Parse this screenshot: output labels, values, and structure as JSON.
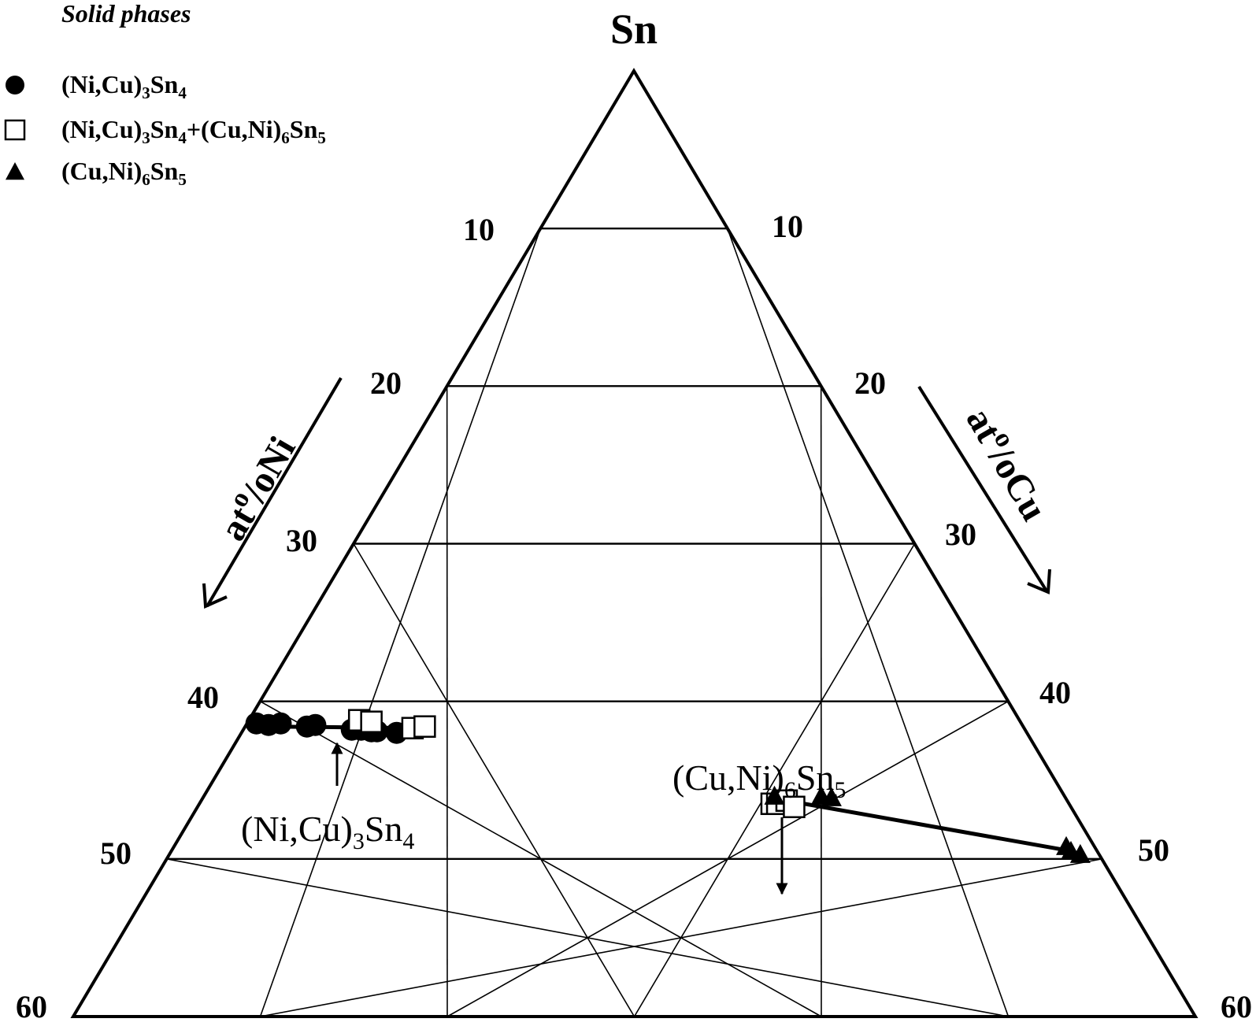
{
  "chart_data": {
    "type": "ternary",
    "apex_label": "Sn",
    "left_axis_label": {
      "base": "at",
      "sup": "o",
      "tail": "/oNi"
    },
    "right_axis_label": {
      "base": "at",
      "sup": "o",
      "tail": "/oCu"
    },
    "left_ticks": [
      "10",
      "20",
      "30",
      "40",
      "50",
      "60"
    ],
    "right_ticks": [
      "10",
      "20",
      "30",
      "40",
      "50",
      "60"
    ],
    "legend": {
      "title": "Solid phases",
      "entries": [
        {
          "marker": "circle",
          "parts": [
            [
              "(Ni,Cu)",
              ""
            ],
            [
              "3",
              "sub"
            ],
            [
              "Sn",
              ""
            ],
            [
              "4",
              "sub"
            ]
          ]
        },
        {
          "marker": "square",
          "parts": [
            [
              "(Ni,Cu)",
              ""
            ],
            [
              "3",
              "sub"
            ],
            [
              "Sn",
              ""
            ],
            [
              "4",
              "sub"
            ],
            [
              "+(Cu,Ni)",
              ""
            ],
            [
              "6",
              "sub"
            ],
            [
              "Sn",
              ""
            ],
            [
              "5",
              "sub"
            ]
          ]
        },
        {
          "marker": "triangle",
          "parts": [
            [
              "(Cu,Ni)",
              ""
            ],
            [
              "6",
              "sub"
            ],
            [
              "Sn",
              ""
            ],
            [
              "5",
              "sub"
            ]
          ]
        }
      ]
    },
    "annotations": [
      {
        "id": "ni3sn4",
        "parts": [
          [
            "(Ni,Cu)",
            ""
          ],
          [
            "3",
            "sub"
          ],
          [
            "Sn",
            ""
          ],
          [
            "4",
            "sub"
          ]
        ]
      },
      {
        "id": "cu6sn5",
        "parts": [
          [
            "(Cu,Ni)",
            ""
          ],
          [
            "6",
            "sub"
          ],
          [
            "Sn",
            ""
          ],
          [
            "5",
            "sub"
          ]
        ]
      }
    ],
    "series": [
      {
        "marker": "circle",
        "points": [
          {
            "ni": 40.9,
            "cu": 0.5,
            "sn": 58.6
          },
          {
            "ni": 40.3,
            "cu": 1.2,
            "sn": 58.5
          },
          {
            "ni": 39.6,
            "cu": 1.8,
            "sn": 58.6
          },
          {
            "ni": 38.3,
            "cu": 3.3,
            "sn": 58.4
          },
          {
            "ni": 37.8,
            "cu": 3.7,
            "sn": 58.5
          },
          {
            "ni": 36.0,
            "cu": 5.8,
            "sn": 58.2
          },
          {
            "ni": 35.5,
            "cu": 6.3,
            "sn": 58.2
          },
          {
            "ni": 35.0,
            "cu": 6.9,
            "sn": 58.1
          },
          {
            "ni": 34.7,
            "cu": 7.2,
            "sn": 58.1
          },
          {
            "ni": 33.7,
            "cu": 8.3,
            "sn": 58.0
          }
        ]
      },
      {
        "marker": "square",
        "points": [
          {
            "ni": 35.3,
            "cu": 5.9,
            "sn": 58.8
          },
          {
            "ni": 34.7,
            "cu": 6.6,
            "sn": 58.7
          },
          {
            "ni": 32.7,
            "cu": 9.0,
            "sn": 58.3
          },
          {
            "ni": 32.0,
            "cu": 9.6,
            "sn": 58.4
          },
          {
            "ni": 15.9,
            "cu": 30.6,
            "sn": 53.5
          },
          {
            "ni": 15.6,
            "cu": 30.9,
            "sn": 53.5
          },
          {
            "ni": 15.0,
            "cu": 31.3,
            "sn": 53.7
          },
          {
            "ni": 14.8,
            "cu": 31.9,
            "sn": 53.3
          }
        ]
      },
      {
        "marker": "triangle",
        "points": [
          {
            "ni": 15.5,
            "cu": 30.5,
            "sn": 54.0
          },
          {
            "ni": 13.0,
            "cu": 33.0,
            "sn": 54.0
          },
          {
            "ni": 12.5,
            "cu": 33.6,
            "sn": 53.9
          },
          {
            "ni": 1.5,
            "cu": 47.7,
            "sn": 50.8
          },
          {
            "ni": 1.4,
            "cu": 48.1,
            "sn": 50.5
          },
          {
            "ni": 1.0,
            "cu": 48.7,
            "sn": 50.3
          }
        ]
      }
    ],
    "tie_lines": [
      {
        "from": {
          "ni": 40.0,
          "cu": 1.6,
          "sn": 58.4
        },
        "to": {
          "ni": 32.7,
          "cu": 9.0,
          "sn": 58.3
        }
      },
      {
        "from": {
          "ni": 15.0,
          "cu": 31.3,
          "sn": 53.7
        },
        "to": {
          "ni": 1.4,
          "cu": 48.1,
          "sn": 50.5
        }
      }
    ]
  }
}
